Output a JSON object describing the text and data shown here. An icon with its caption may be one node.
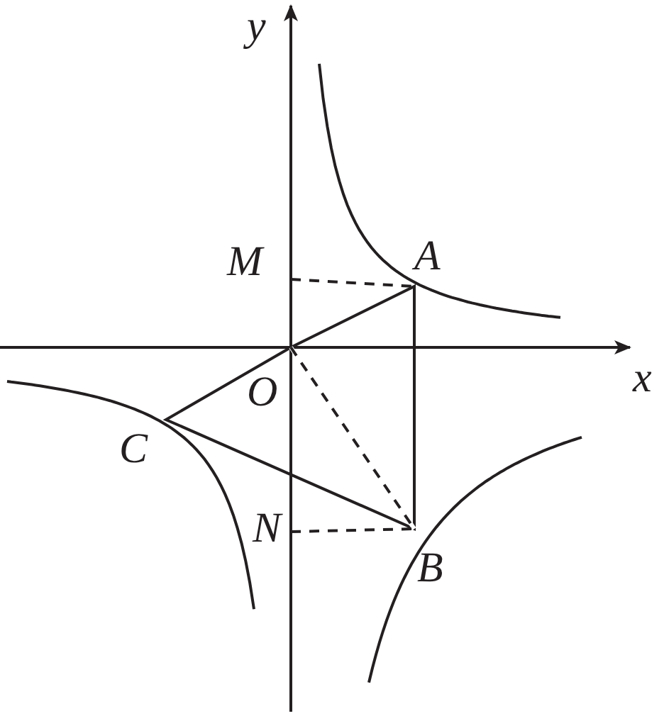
{
  "diagram": {
    "labels": [
      "y",
      "M",
      "A",
      "x",
      "O",
      "C",
      "N",
      "B"
    ]
  }
}
